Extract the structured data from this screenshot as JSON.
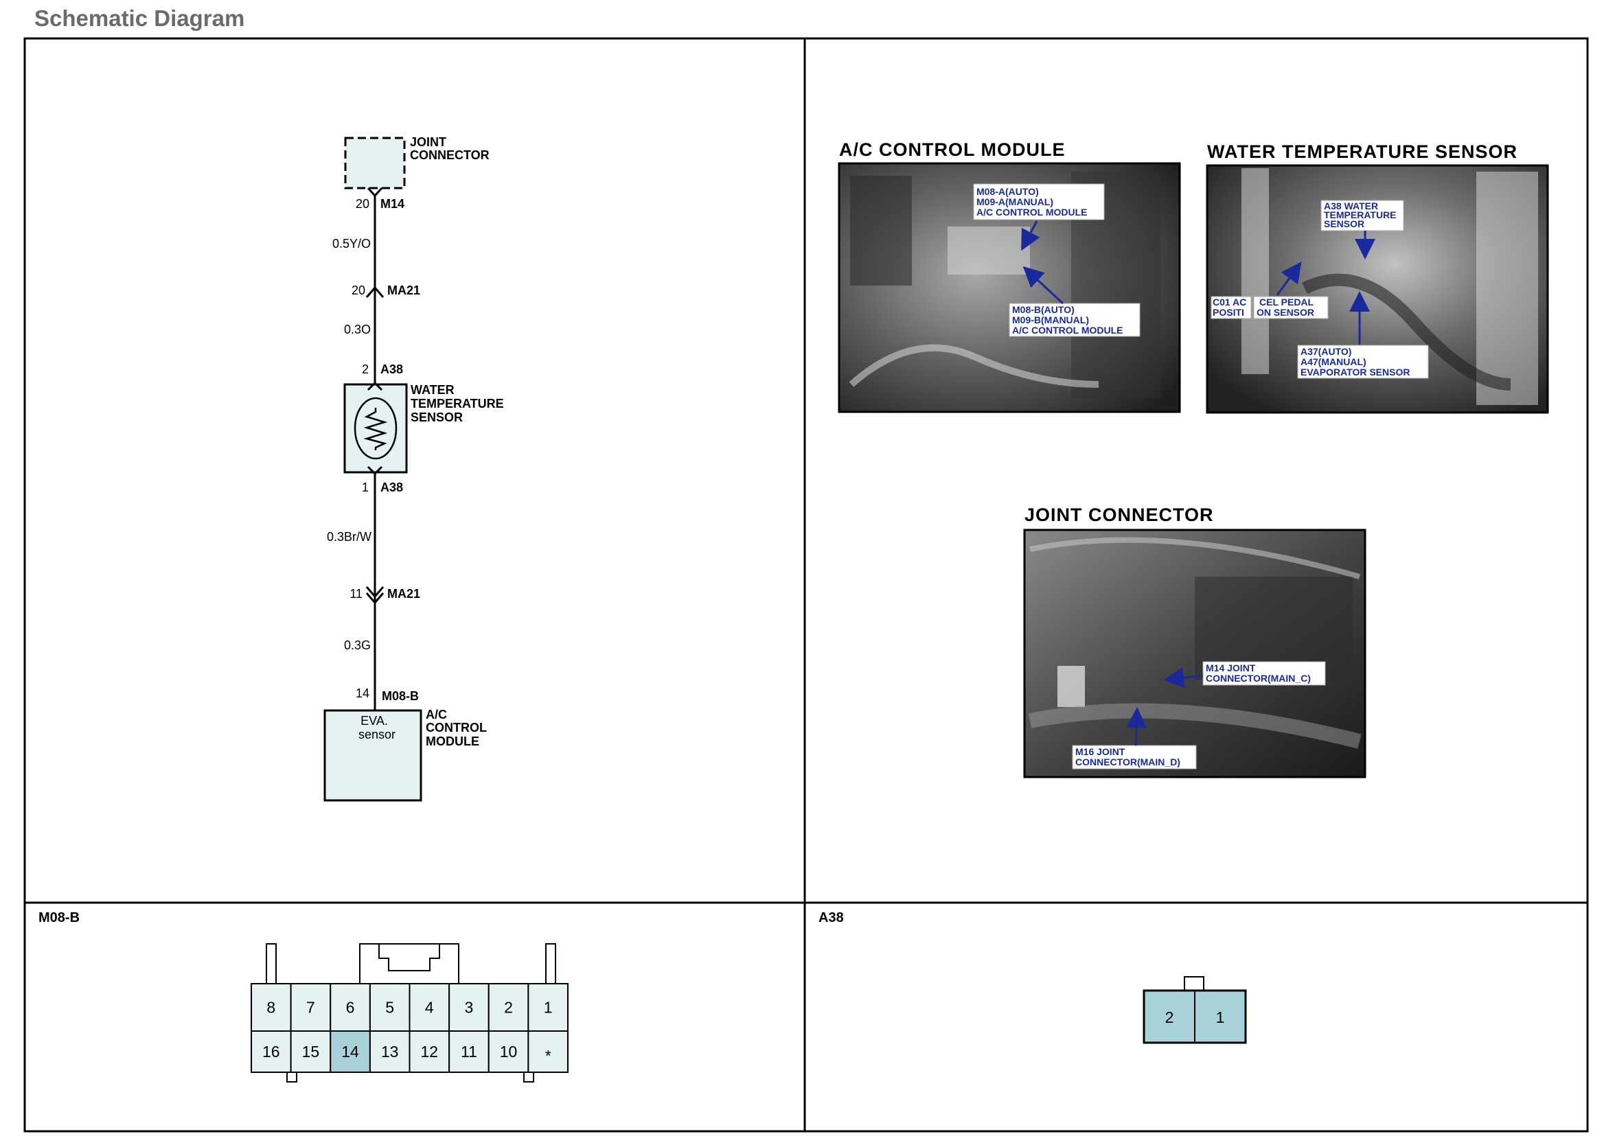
{
  "page_title": "Schematic Diagram",
  "schematic": {
    "joint_connector": {
      "label_l1": "JOINT",
      "label_l2": "CONNECTOR",
      "pin": "20",
      "connector": "M14"
    },
    "wire1": "0.5Y/O",
    "ma21_top": {
      "pin": "20",
      "connector": "MA21"
    },
    "wire2": "0.3O",
    "a38_top": {
      "pin": "2",
      "connector": "A38"
    },
    "sensor": {
      "label_l1": "WATER",
      "label_l2": "TEMPERATURE",
      "label_l3": "SENSOR"
    },
    "a38_bottom": {
      "pin": "1",
      "connector": "A38"
    },
    "wire3": "0.3Br/W",
    "ma21_bottom": {
      "pin": "11",
      "connector": "MA21"
    },
    "wire4": "0.3G",
    "module_conn": {
      "pin": "14",
      "connector": "M08-B"
    },
    "module": {
      "inner_l1": "EVA.",
      "inner_l2": "sensor",
      "label_l1": "A/C",
      "label_l2": "CONTROL",
      "label_l3": "MODULE"
    }
  },
  "photos": {
    "ac_module": {
      "title": "A/C CONTROL MODULE",
      "callout1": [
        "M08-A(AUTO)",
        "M09-A(MANUAL)",
        "A/C CONTROL MODULE"
      ],
      "callout2": [
        "M08-B(AUTO)",
        "M09-B(MANUAL)",
        "A/C CONTROL MODULE"
      ]
    },
    "water_sensor": {
      "title": "WATER TEMPERATURE SENSOR",
      "callout1": [
        "A38 WATER",
        "TEMPERATURE",
        "SENSOR"
      ],
      "callout2": [
        "C01 AC",
        "POSITI"
      ],
      "callout3": [
        "CEL PEDAL",
        "ON SENSOR"
      ],
      "callout4": [
        "A37(AUTO)",
        "A47(MANUAL)",
        "EVAPORATOR SENSOR"
      ]
    },
    "joint": {
      "title": "JOINT CONNECTOR",
      "callout1": [
        "M14 JOINT",
        "CONNECTOR(MAIN_C)"
      ],
      "callout2": [
        "M16 JOINT",
        "CONNECTOR(MAIN_D)"
      ]
    }
  },
  "connector_m08b": {
    "title": "M08-B",
    "top_row": [
      "8",
      "7",
      "6",
      "5",
      "4",
      "3",
      "2",
      "1"
    ],
    "bottom_row": [
      "16",
      "15",
      "14",
      "13",
      "12",
      "11",
      "10",
      "*"
    ],
    "highlight": "14"
  },
  "connector_a38": {
    "title": "A38",
    "pins": [
      "2",
      "1"
    ]
  },
  "colors": {
    "connector_fill": "#e6f1f1",
    "highlight_fill": "#a9d2d8",
    "callout_text": "#1a2a9a",
    "photo_bg": "#5a5a5a"
  }
}
